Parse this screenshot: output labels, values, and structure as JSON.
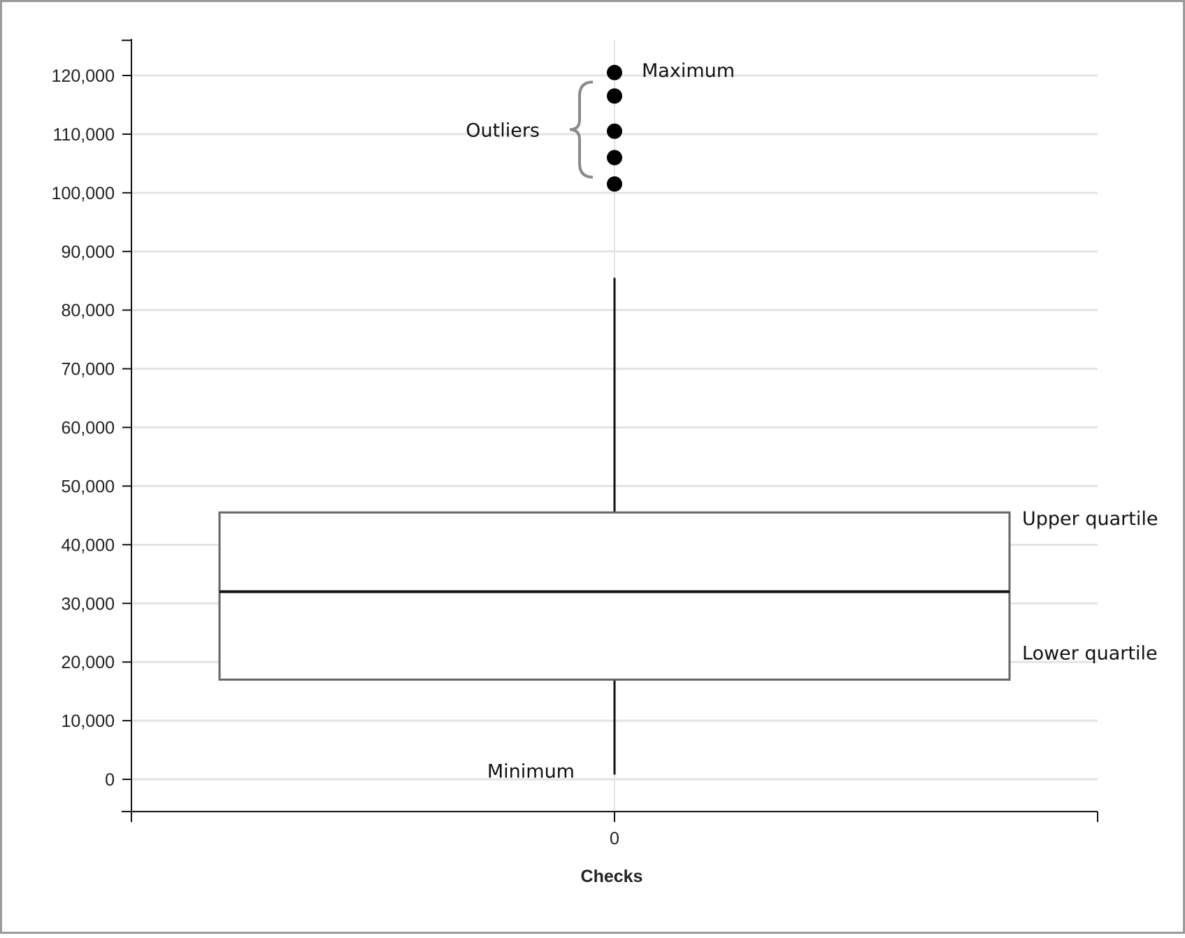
{
  "chart_data": {
    "type": "box",
    "categories": [
      "0"
    ],
    "xlabel": "Checks",
    "ylabel": "",
    "ylim": [
      -5500,
      126000
    ],
    "yticks": [
      0,
      10000,
      20000,
      30000,
      40000,
      50000,
      60000,
      70000,
      80000,
      90000,
      100000,
      110000,
      120000
    ],
    "ytick_labels": [
      "0",
      "10,000",
      "20,000",
      "30,000",
      "40,000",
      "50,000",
      "60,000",
      "70,000",
      "80,000",
      "90,000",
      "100,000",
      "110,000",
      "120,000"
    ],
    "grid": true,
    "box": {
      "category": "0",
      "min": 800,
      "q1": 17000,
      "median": 32000,
      "q3": 45500,
      "whisker_high": 85500,
      "outliers": [
        101500,
        106000,
        110500,
        116500,
        120500
      ]
    },
    "annotations": {
      "maximum": "Maximum",
      "outliers": "Outliers",
      "upper_quartile": "Upper quartile",
      "lower_quartile": "Lower quartile",
      "minimum": "Minimum"
    },
    "colors": {
      "grid": "#e3e3e3",
      "box_stroke": "#666666",
      "median": "#111111",
      "bracket": "#8a8a8a",
      "points": "#000000"
    }
  }
}
